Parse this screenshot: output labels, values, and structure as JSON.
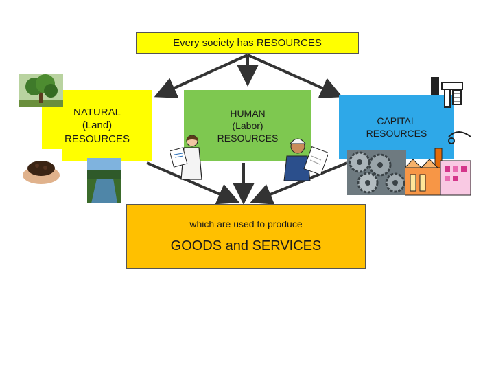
{
  "diagram": {
    "top_label": "Every society has RESOURCES",
    "natural": {
      "line1": "NATURAL",
      "line2": "(Land)",
      "line3": "RESOURCES"
    },
    "human": {
      "line1": "HUMAN",
      "line2": "(Labor)",
      "line3": "RESOURCES"
    },
    "capital": {
      "line1": "CAPITAL",
      "line2": "RESOURCES"
    },
    "bottom": {
      "line1": "which are used to produce",
      "line2": "GOODS and SERVICES"
    }
  },
  "colors": {
    "top_box": "#ffff00",
    "natural_box": "#ffff00",
    "human_box": "#7ec850",
    "capital_box": "#2ea8e8",
    "bottom_box": "#ffc000",
    "arrows": "#333333"
  },
  "images": [
    "tree-image",
    "soil-in-hands-image",
    "river-image",
    "scientist-clipart",
    "engineer-clipart",
    "drafting-tools-clipart",
    "gears-image",
    "factory-clipart"
  ]
}
